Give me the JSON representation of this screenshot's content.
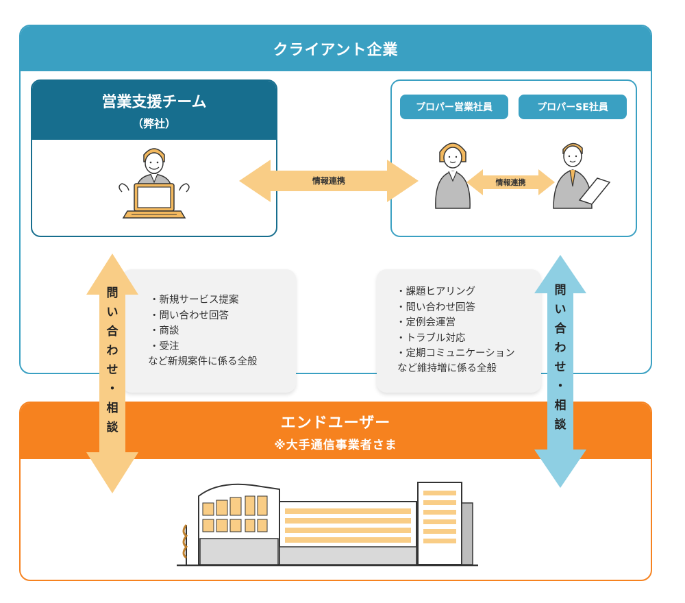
{
  "client": {
    "title": "クライアント企業"
  },
  "team": {
    "title": "営業支援チーム",
    "subtitle": "（弊社）"
  },
  "proper": {
    "sales_label": "プロパー営業社員",
    "se_label": "プロパーSE社員"
  },
  "flows": {
    "main_exchange": "情報連携",
    "inner_exchange": "情報連携"
  },
  "left_card": {
    "items": [
      "・新規サービス提案",
      "・問い合わせ回答",
      "・商談",
      "・受注"
    ],
    "summary": "など新規案件に係る全般"
  },
  "right_card": {
    "items": [
      "・課題ヒアリング",
      "・問い合わせ回答",
      "・定例会運営",
      "・トラブル対応",
      "・定期コミュニケーション"
    ],
    "summary": "など維持増に係る全般"
  },
  "left_arrow": {
    "chars": [
      "問",
      "い",
      "合",
      "わ",
      "せ",
      "・",
      "相",
      "談"
    ],
    "color": "#f9cd86"
  },
  "right_arrow": {
    "chars": [
      "問",
      "い",
      "合",
      "わ",
      "せ",
      "・",
      "相",
      "談"
    ],
    "color": "#8ecfe3"
  },
  "end_user": {
    "title": "エンドユーザー",
    "note": "※大手通信事業者さま"
  },
  "colors": {
    "client": "#3aa0c2",
    "team": "#176e8e",
    "end_user": "#f6821f",
    "accent_light": "#f9cd86"
  }
}
